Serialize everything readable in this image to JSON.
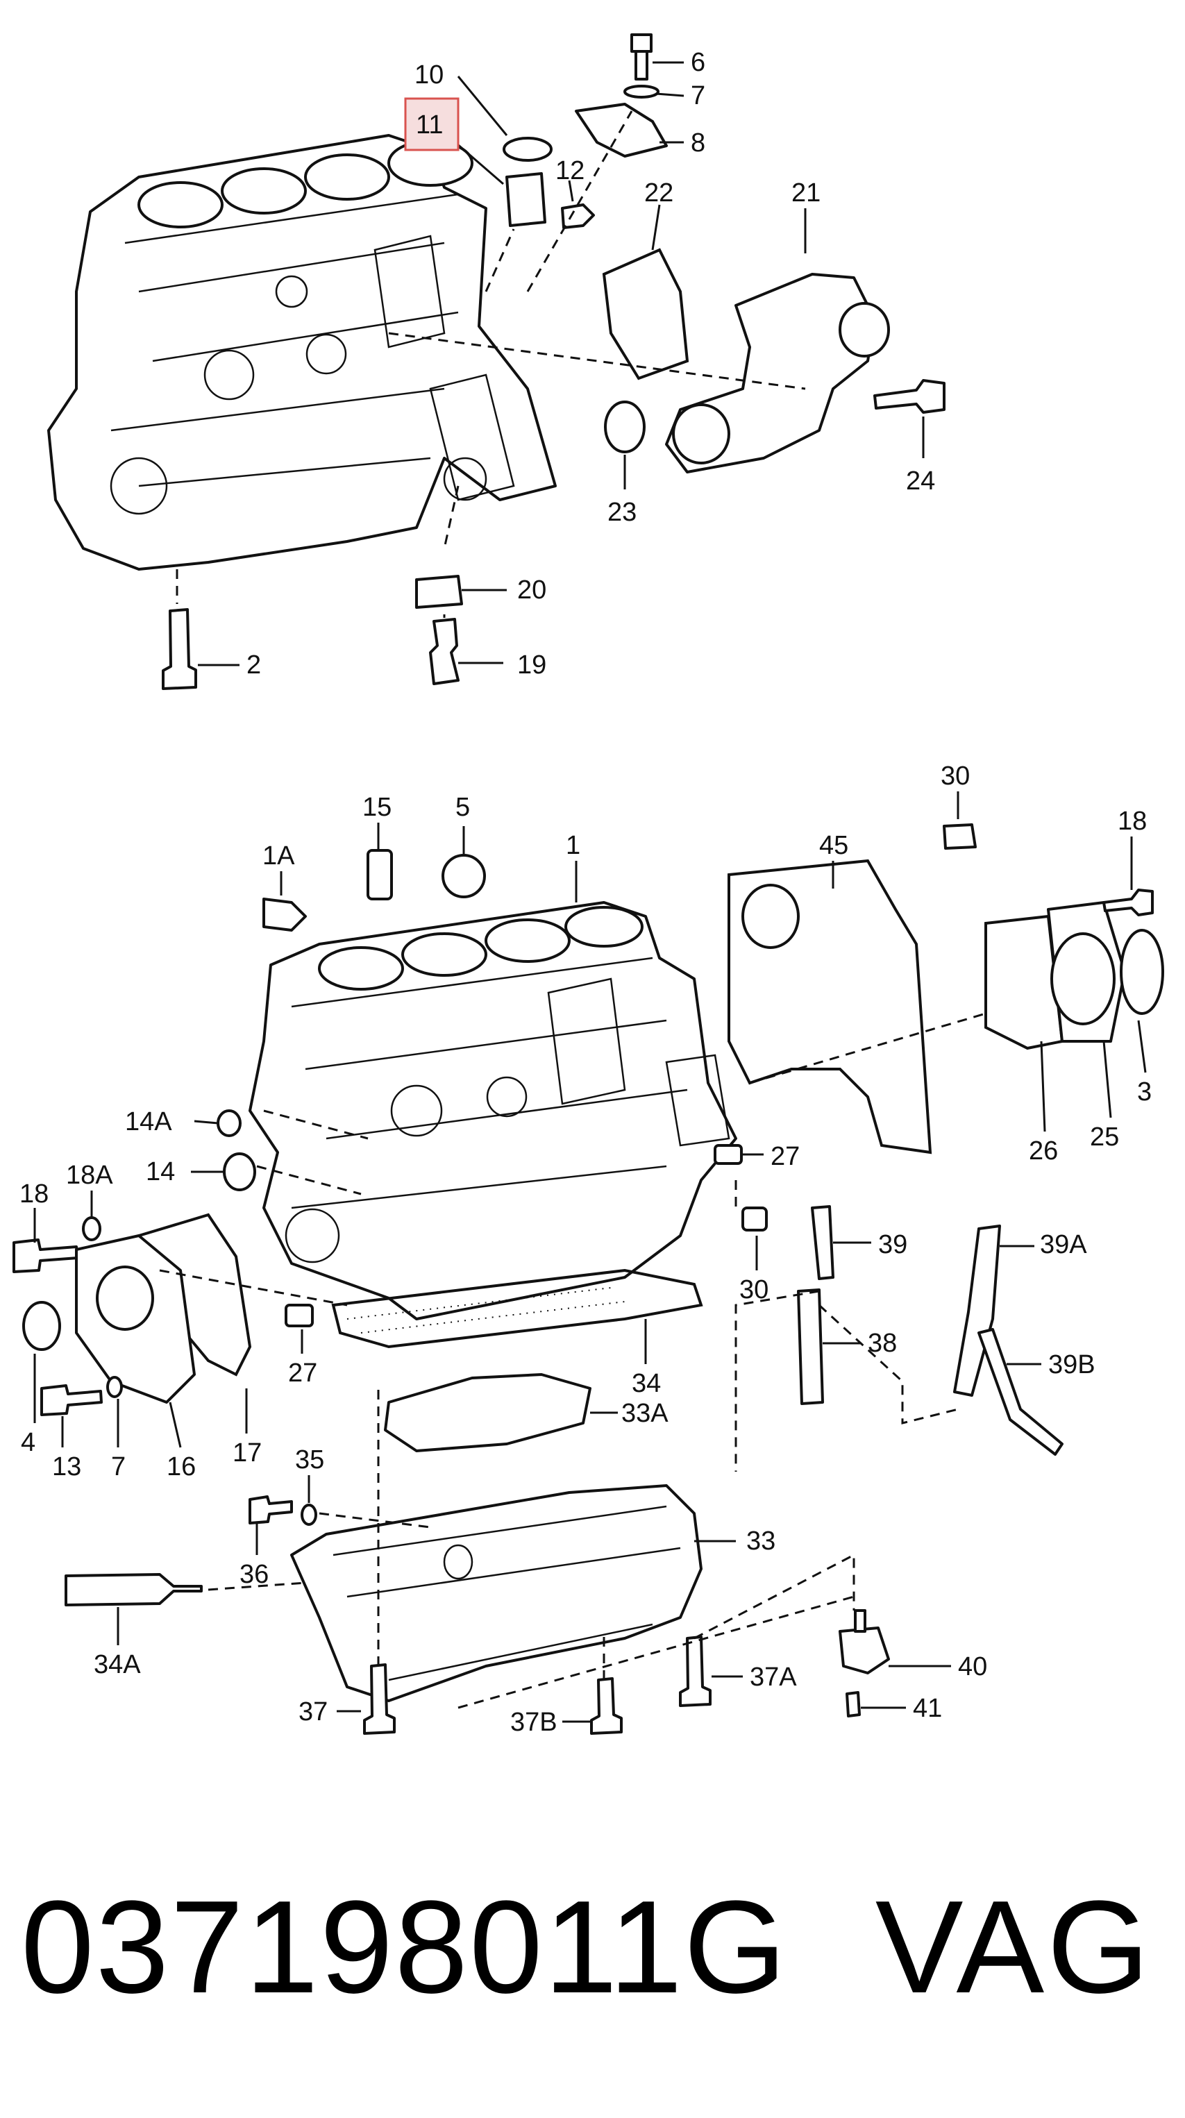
{
  "highlight_label": "11",
  "caption": {
    "part_number": "037198011G",
    "brand": "VAG"
  },
  "callouts_top": [
    "10",
    "11",
    "6",
    "7",
    "8",
    "12",
    "22",
    "21",
    "24",
    "23",
    "20",
    "2",
    "19"
  ],
  "callouts_bottom": [
    "30",
    "15",
    "5",
    "1",
    "45",
    "18",
    "1A",
    "14A",
    "14",
    "27",
    "18",
    "18A",
    "3",
    "26",
    "25",
    "30",
    "39",
    "39A",
    "27",
    "34",
    "38",
    "39B",
    "4",
    "13",
    "7",
    "16",
    "17",
    "33A",
    "35",
    "36",
    "33",
    "34A",
    "40",
    "37A",
    "37",
    "37B",
    "41"
  ]
}
